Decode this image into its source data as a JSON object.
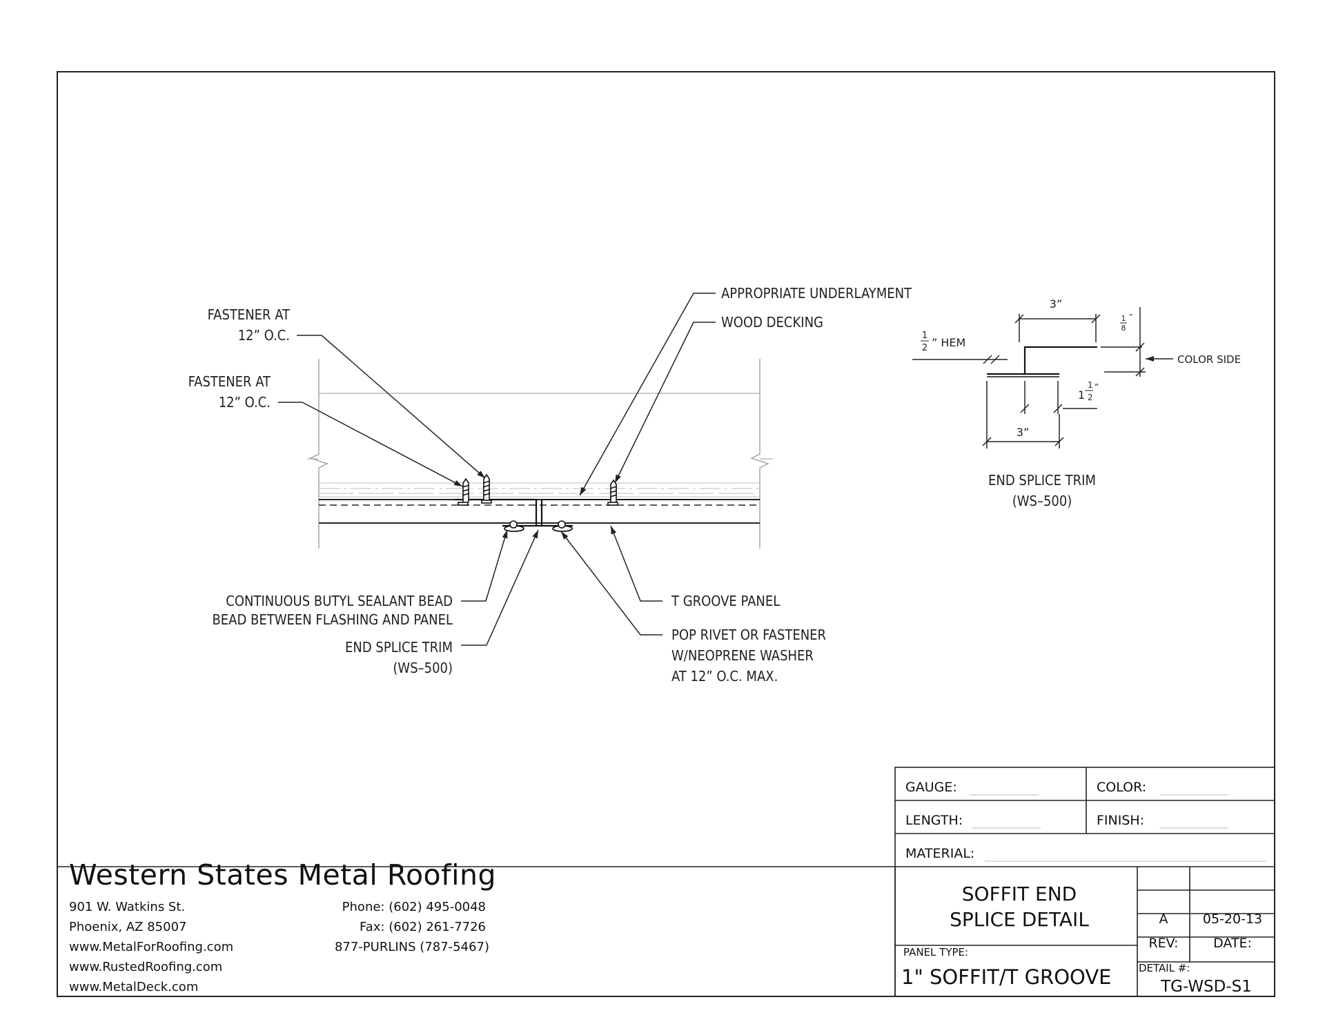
{
  "callouts": {
    "fastener_1": [
      "FASTENER AT",
      "12” O.C."
    ],
    "fastener_2": [
      "FASTENER AT",
      "12” O.C."
    ],
    "underlayment": "APPROPRIATE UNDERLAYMENT",
    "wood_decking": "WOOD DECKING",
    "butyl": [
      "CONTINUOUS BUTYL SEALANT BEAD",
      "BEAD BETWEEN FLASHING AND PANEL"
    ],
    "end_splice": [
      "END SPLICE TRIM",
      "(WS–500)"
    ],
    "t_groove": "T GROOVE PANEL",
    "pop_rivet": [
      "POP RIVET OR FASTENER",
      "W/NEOPRENE WASHER",
      "AT 12” O.C. MAX."
    ]
  },
  "trim_detail": {
    "top_width": "3”",
    "bottom_width": "3”",
    "hem_num": "1",
    "hem_den": "2",
    "hem_text": "” HEM",
    "gap_num": "1",
    "gap_den": "8",
    "gap_unit": "”",
    "step_whole": "1",
    "step_num": "1",
    "step_den": "2",
    "step_unit": "”",
    "color_side": "COLOR SIDE",
    "caption": [
      "END SPLICE TRIM",
      "(WS–500)"
    ]
  },
  "title_block": {
    "gauge_label": "GAUGE:",
    "color_label": "COLOR:",
    "length_label": "LENGTH:",
    "finish_label": "FINISH:",
    "material_label": "MATERIAL:",
    "title": [
      "SOFFIT END",
      "SPLICE DETAIL"
    ],
    "panel_type_label": "PANEL TYPE:",
    "panel_type": "1\" SOFFIT/T GROOVE",
    "rev": "A",
    "date": "05-20-13",
    "rev_label": "REV:",
    "date_label": "DATE:",
    "detail_label": "DETAIL #:",
    "detail_no": "TG-WSD-S1"
  },
  "company": {
    "name": "Western States Metal Roofing",
    "address1": "901 W. Watkins St.",
    "address2": "Phoenix, AZ 85007",
    "web1": "www.MetalForRoofing.com",
    "web2": "www.RustedRoofing.com",
    "web3": "www.MetalDeck.com",
    "phone": "Phone: (602) 495-0048",
    "fax": "Fax: (602) 261-7726",
    "tollfree": "877-PURLINS (787-5467)"
  }
}
